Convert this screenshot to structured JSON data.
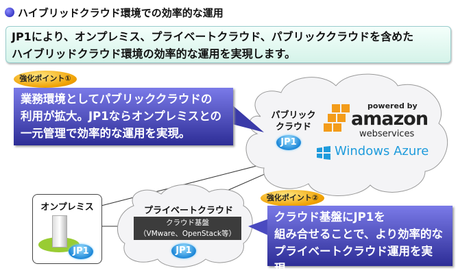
{
  "title": "ハイブリッドクラウド環境での効率的な運用",
  "summary": [
    "JP1により、オンプレミス、プライベートクラウド、パブリッククラウドを含めた",
    "ハイブリッドクラウド環境の効率的な運用を実現します。"
  ],
  "point1": {
    "badge": "強化ポイント①",
    "lines": [
      "業務環境としてパブリッククラウドの",
      "利用が拡大。JP1ならオンプレミスとの",
      "一元管理で効率的な運用を実現。"
    ]
  },
  "public_cloud": {
    "label_lines": [
      "パブリック",
      "クラウド"
    ],
    "jp1": "JP1",
    "aws": {
      "powered": "powered by",
      "amazon": "amazon",
      "ws": "webservices"
    },
    "azure": "Windows Azure"
  },
  "onpremise": {
    "label": "オンプレミス",
    "jp1": "JP1"
  },
  "private_cloud": {
    "label": "プライベートクラウド",
    "platform": [
      "クラウド基盤",
      "（VMware、OpenStack等）"
    ],
    "jp1": "JP1"
  },
  "point2": {
    "badge": "強化ポイント②",
    "lines": [
      "クラウド基盤にJP1を",
      "組み合せることで、より効率的な",
      "プライベートクラウド運用を実現。"
    ]
  }
}
